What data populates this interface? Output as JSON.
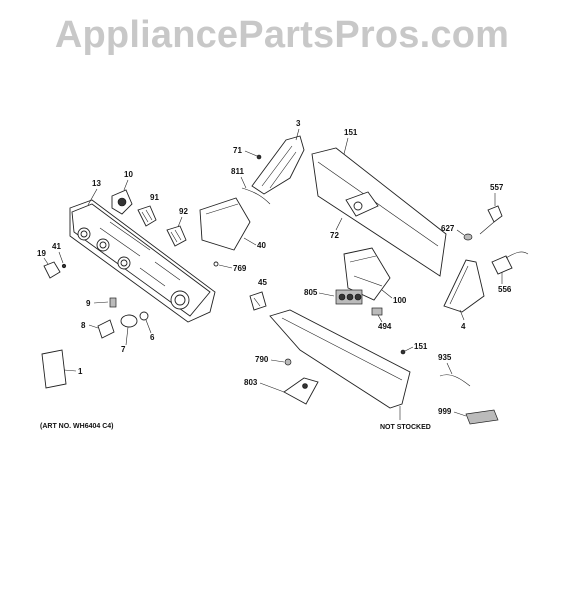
{
  "watermark": "AppliancePartsPros.com",
  "art_note": "(ART NO. WH6404 C4)",
  "not_stocked": "NOT STOCKED",
  "callouts": {
    "c3": "3",
    "c151a": "151",
    "c71": "71",
    "c811": "811",
    "c10": "10",
    "c13": "13",
    "c91": "91",
    "c92": "92",
    "c557": "557",
    "c627": "627",
    "c72": "72",
    "c40": "40",
    "c19": "19",
    "c41": "41",
    "c769": "769",
    "c556": "556",
    "c45": "45",
    "c805": "805",
    "c100": "100",
    "c4": "4",
    "c9": "9",
    "c494": "494",
    "c8": "8",
    "c6": "6",
    "c7": "7",
    "c151b": "151",
    "c935": "935",
    "c790": "790",
    "c1": "1",
    "c803": "803",
    "c999": "999"
  }
}
